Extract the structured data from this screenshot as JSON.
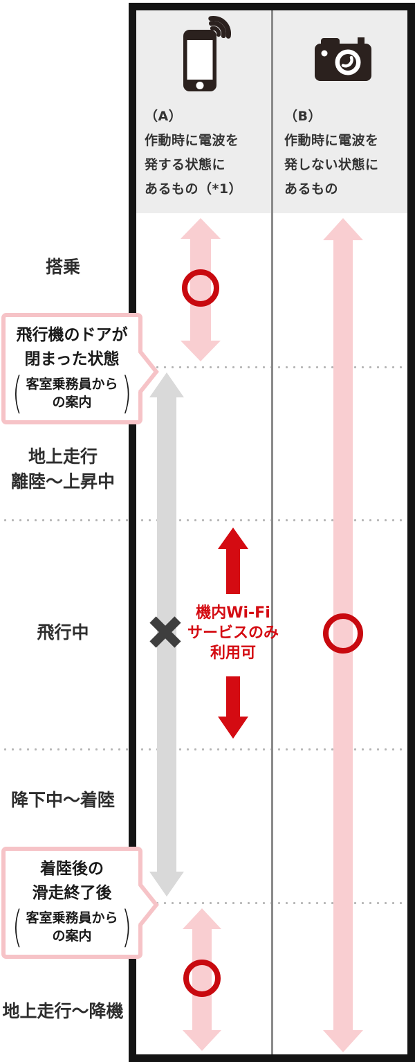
{
  "colors": {
    "red": "#d40b12",
    "circle_red": "#c8090f",
    "pink": "#f9ced1",
    "pink_border": "#f6c3c7",
    "gray_arrow": "#d9d9d9",
    "x_mark": "#3e3e3e",
    "header_bg": "#ededed",
    "icon": "#2b211e",
    "frame": "#141414",
    "divider": "#8a8a8a",
    "dots": "#b5b5b5",
    "text": "#333333"
  },
  "glyphs": {
    "paren_open": "(",
    "paren_close": ")"
  },
  "header": {
    "columns": [
      {
        "icon": "smartphone-wifi-icon",
        "lines": [
          "（A）",
          "作動時に電波を",
          "発する状態に",
          "あるもの（*1）"
        ]
      },
      {
        "icon": "camera-icon",
        "lines": [
          "（B）",
          "作動時に電波を",
          "発しない状態に",
          "あるもの"
        ]
      }
    ]
  },
  "stages": {
    "boarding": "搭乗",
    "taxi_takeoff": [
      "地上走行",
      "離陸～上昇中"
    ],
    "in_flight": "飛行中",
    "descent_landing": "降下中～着陸",
    "taxi_deplane": "地上走行～降機"
  },
  "bubbles": [
    {
      "title": [
        "飛行機のドアが",
        "閉まった状態"
      ],
      "note": [
        "客室乗務員から",
        "の案内"
      ]
    },
    {
      "title": [
        "着陸後の",
        "滑走終了後"
      ],
      "note": [
        "客室乗務員から",
        "の案内"
      ]
    }
  ],
  "inflight_note": [
    "機内Wi-Fi",
    "サービスのみ",
    "利用可"
  ]
}
